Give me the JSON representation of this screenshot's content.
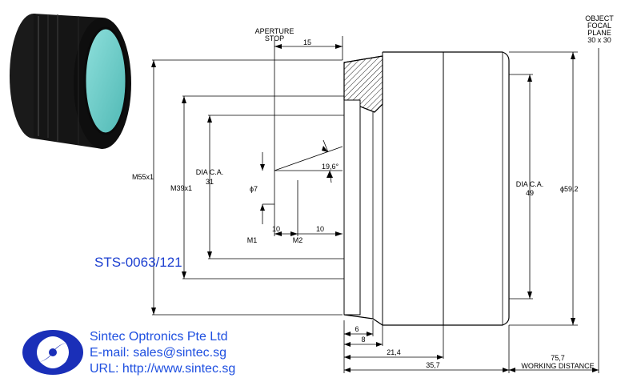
{
  "part_number": "STS-0063/121",
  "company": {
    "name": "Sintec Optronics Pte Ltd",
    "email_line": "E-mail: sales@sintec.sg",
    "url_line": "URL: http://www.sintec.sg"
  },
  "labels": {
    "aperture_stop_1": "APERTURE",
    "aperture_stop_2": "STOP",
    "object_1": "OBJECT",
    "object_2": "FOCAL",
    "object_3": "PLANE",
    "object_4": "30 x 30",
    "m55": "M55x1",
    "m39": "M39x1",
    "dia_ca_left_1": "DIA C.A.",
    "dia_ca_left_2": "31",
    "dia_ca_right_1": "DIA C.A.",
    "dia_ca_right_2": "49",
    "phi7": "ϕ7",
    "phi59": "ϕ59,2",
    "angle": "19,6°",
    "m1": "M1",
    "m2": "M2",
    "d15": "15",
    "d10a": "10",
    "d10b": "10",
    "d6": "6",
    "d8": "8",
    "d21": "21,4",
    "d35": "35,7",
    "d75": "75,7",
    "working_distance": "WORKING DISTANCE"
  },
  "colors": {
    "lens_glass": "#6fd0cc",
    "lens_body": "#111111",
    "brand_blue": "#1e4fe0",
    "logo_blue": "#1a2fb8"
  }
}
